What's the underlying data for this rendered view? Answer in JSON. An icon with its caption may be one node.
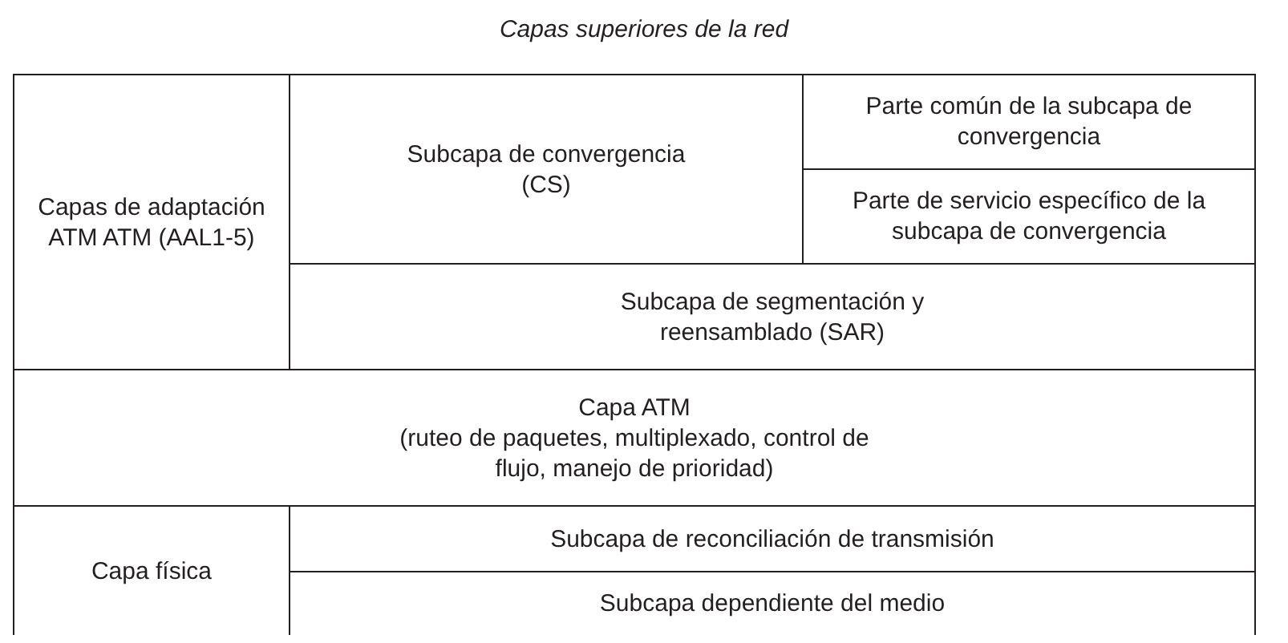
{
  "diagram": {
    "title": "Capas superiores de la red",
    "nodes": [
      {
        "text": [
          "Capas de adaptación ATM ATM (AAL1-5)"
        ]
      },
      {
        "text": [
          "Subcapa de convergencia (CS)"
        ]
      },
      {
        "text": [
          "Parte común de la subcapa de convergencia"
        ]
      },
      {
        "text": [
          "Parte de servicio específico de la subcapa de convergencia"
        ]
      },
      {
        "text": [
          "Subcapa de segmentación y reensamblado (SAR)"
        ]
      },
      {
        "text": [
          "Capa ATM",
          "(ruteo de paquetes, multiplexado, control de flujo, manejo de prioridad)"
        ]
      },
      {
        "text": [
          "Capa física"
        ]
      },
      {
        "text": [
          "Subcapa de reconciliación de transmisión"
        ]
      },
      {
        "text": [
          "Subcapa dependiente del medio"
        ]
      }
    ]
  }
}
